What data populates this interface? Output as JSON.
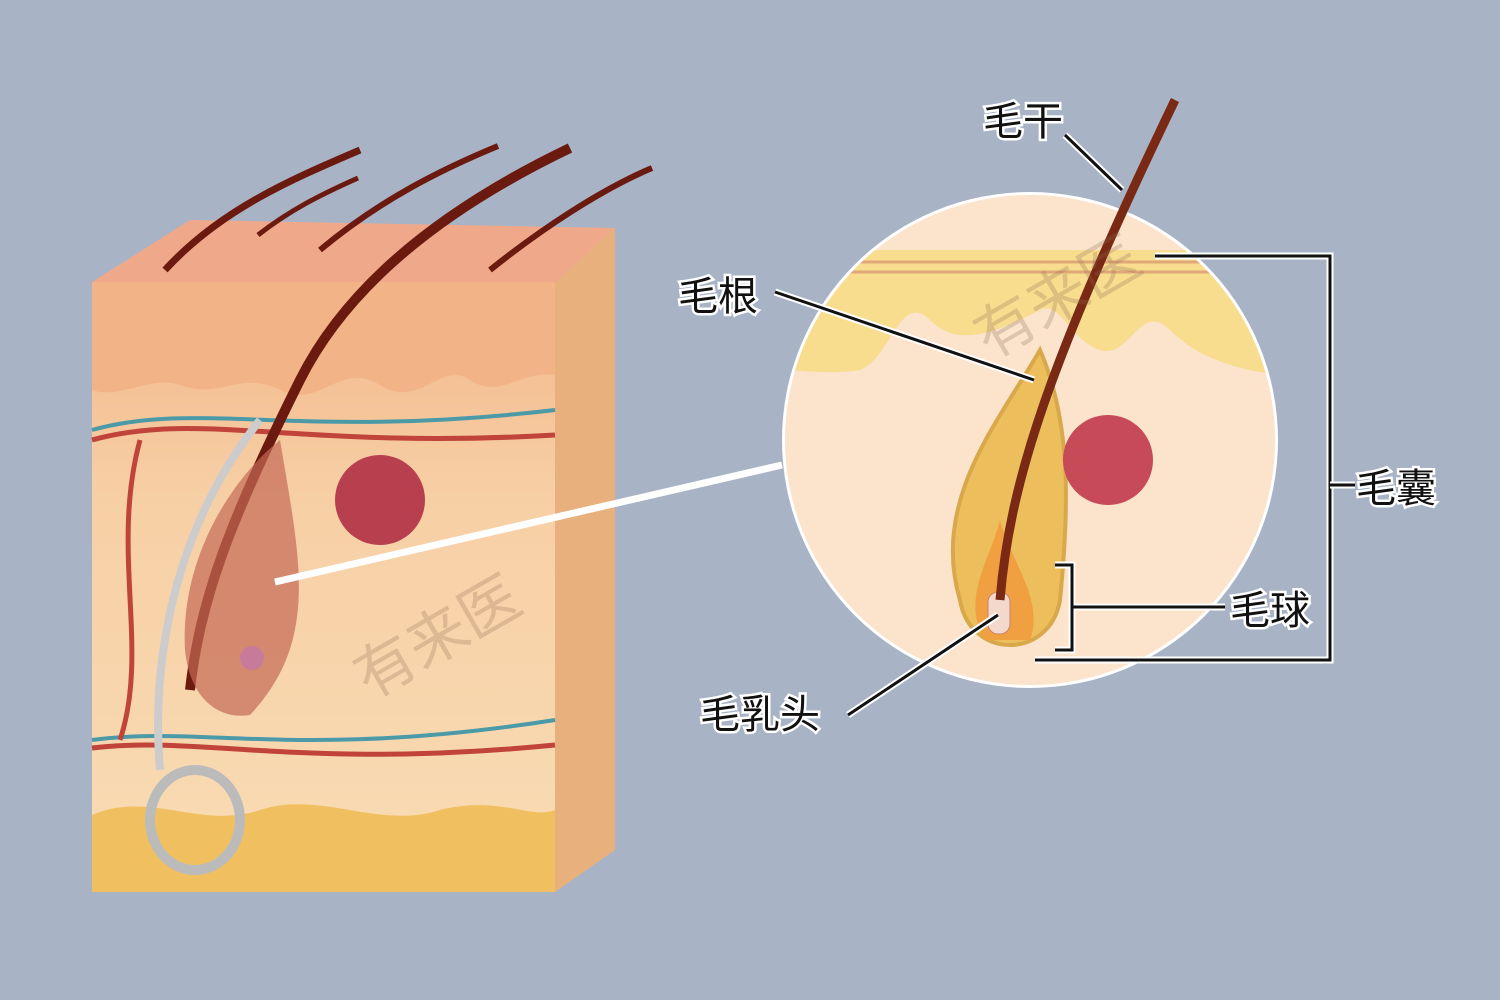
{
  "labels": {
    "hair_shaft": "毛干",
    "hair_root": "毛根",
    "hair_follicle": "毛囊",
    "hair_bulb": "毛球",
    "dermal_papilla": "毛乳头"
  },
  "watermark": "有来医",
  "colors": {
    "background": "#a8b4c6",
    "hair": "#6b1a10",
    "skin": "#f7c99a",
    "gland": "#b8404e"
  }
}
